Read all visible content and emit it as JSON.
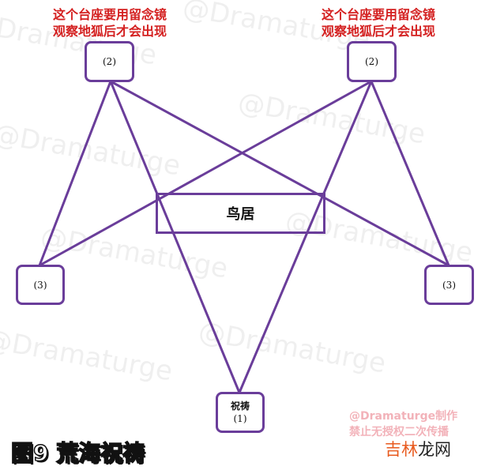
{
  "watermark": "@Dramaturge",
  "notes": {
    "left": [
      "这个台座要用留念镜",
      "观察地狐后才会出现"
    ],
    "right": [
      "这个台座要用留念镜",
      "观察地狐后才会出现"
    ]
  },
  "nodes": {
    "top_left": "(2)",
    "top_right": "(2)",
    "left": "(3)",
    "right": "(3)",
    "bottom_name": "祝祷",
    "bottom_num": "(1)"
  },
  "torii": "鸟居",
  "title": "图9 荒海祝祷",
  "credit": [
    "@Dramaturge制作",
    "禁止无授权二次传播"
  ],
  "brand": {
    "part1": "吉林",
    "part2": "龙网"
  },
  "colors": {
    "line": "#6a3d9a",
    "note": "#d42020"
  }
}
